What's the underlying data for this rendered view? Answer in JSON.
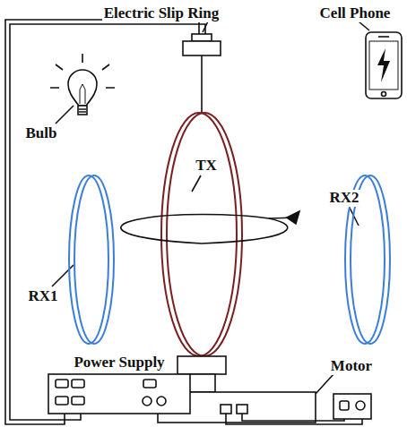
{
  "diagram": {
    "labels": [
      "Electric Slip Ring",
      "Cell Phone",
      "Bulb",
      "TX",
      "RX2",
      "RX1",
      "Power Supply",
      "Motor"
    ]
  }
}
